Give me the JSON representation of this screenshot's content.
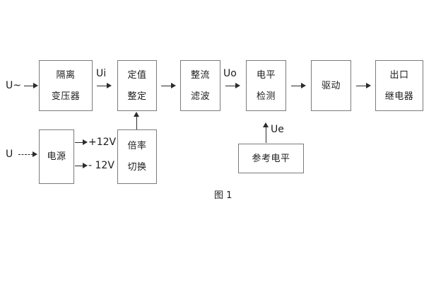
{
  "figure": {
    "caption": "图 1",
    "background": "#ffffff",
    "box_border_color": "#7b7b7b",
    "line_color": "#2b2b2b",
    "text_color": "#1c1c1c"
  },
  "inputs": [
    {
      "id": "ac-input",
      "label": "U~",
      "style": "solid"
    },
    {
      "id": "dc-input",
      "label": "U",
      "style": "dashed"
    }
  ],
  "blocks": [
    {
      "id": "isolation-transformer",
      "lines": [
        "隔离",
        "变压器"
      ]
    },
    {
      "id": "setpoint-setting",
      "lines": [
        "定值",
        "整定"
      ]
    },
    {
      "id": "rectify-filter",
      "lines": [
        "整流",
        "滤波"
      ]
    },
    {
      "id": "level-detection",
      "lines": [
        "电平",
        "检测"
      ]
    },
    {
      "id": "drive",
      "lines": [
        "驱动"
      ]
    },
    {
      "id": "output-relay",
      "lines": [
        "出口",
        "继电器"
      ]
    },
    {
      "id": "power-supply",
      "lines": [
        "电源"
      ]
    },
    {
      "id": "multiplier-switch",
      "lines": [
        "倍率",
        "切换"
      ]
    },
    {
      "id": "reference-level",
      "lines": [
        "参考电平"
      ]
    }
  ],
  "signals": [
    {
      "id": "ui",
      "label": "Ui"
    },
    {
      "id": "uo",
      "label": "Uo"
    },
    {
      "id": "ue",
      "label": "Ue"
    }
  ],
  "rails": [
    {
      "id": "rail-positive",
      "label": "+12V"
    },
    {
      "id": "rail-negative",
      "label": "- 12V"
    }
  ]
}
